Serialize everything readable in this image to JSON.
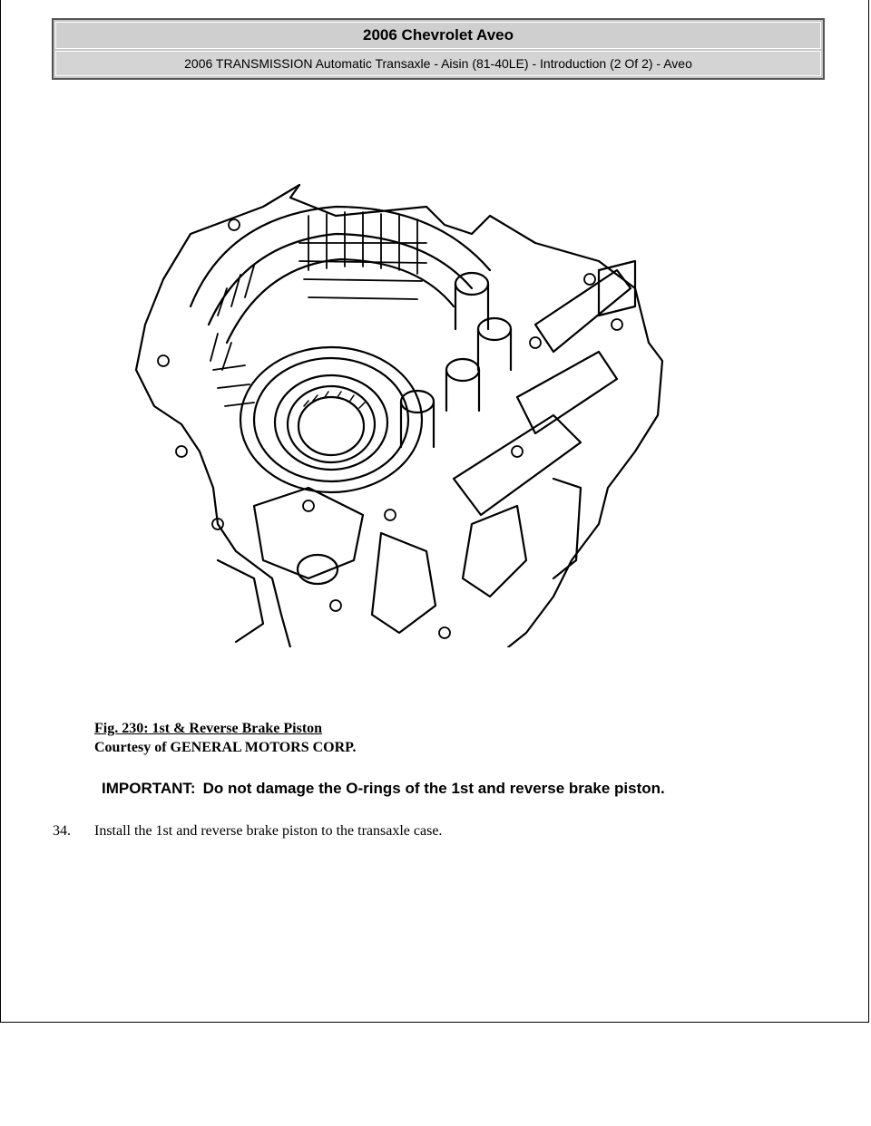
{
  "header": {
    "title": "2006 Chevrolet Aveo",
    "subtitle": "2006 TRANSMISSION Automatic Transaxle - Aisin (81-40LE) - Introduction (2 Of 2) - Aveo"
  },
  "figure": {
    "caption": "Fig. 230: 1st & Reverse Brake Piston",
    "courtesy": "Courtesy of GENERAL MOTORS CORP."
  },
  "important": {
    "label": "IMPORTANT:",
    "text": "Do not damage the O-rings of the 1st and reverse brake piston."
  },
  "step": {
    "number": "34.",
    "text": "Install the 1st and reverse brake piston to the transaxle case."
  }
}
